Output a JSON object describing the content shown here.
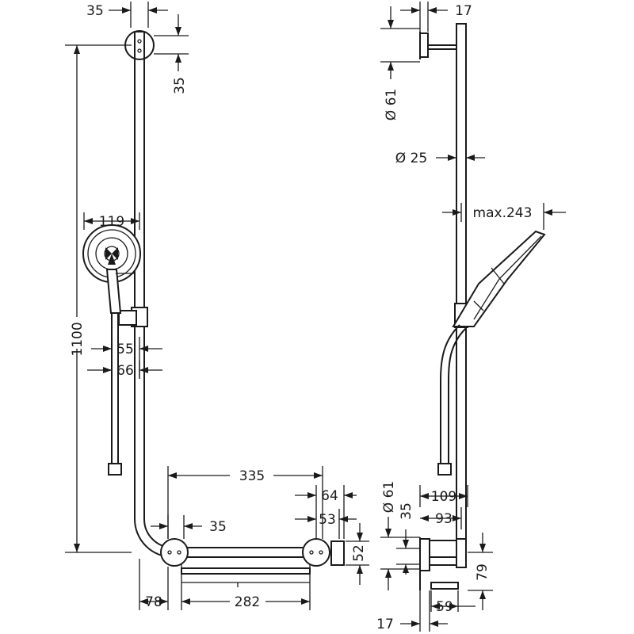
{
  "front_view": {
    "dims": {
      "top_left_35": "35",
      "top_right_35": "35",
      "head_width": "119",
      "height_1100": "1100",
      "holder_55": "55",
      "holder_66": "66",
      "length_335": "335",
      "wall_35": "35",
      "width_282": "282",
      "bottom_78": "78",
      "shelf_64": "64",
      "shelf_53": "53",
      "shelf_52": "52"
    }
  },
  "side_view": {
    "dims": {
      "top_17": "17",
      "diam_61_top": "Ø 61",
      "diam_25": "Ø 25",
      "max_243": "max.243",
      "width_109": "109",
      "width_93": "93",
      "diam_61_bottom": "Ø 61",
      "bottom_35": "35",
      "height_79": "79",
      "width_59": "59",
      "bottom_17": "17"
    }
  }
}
